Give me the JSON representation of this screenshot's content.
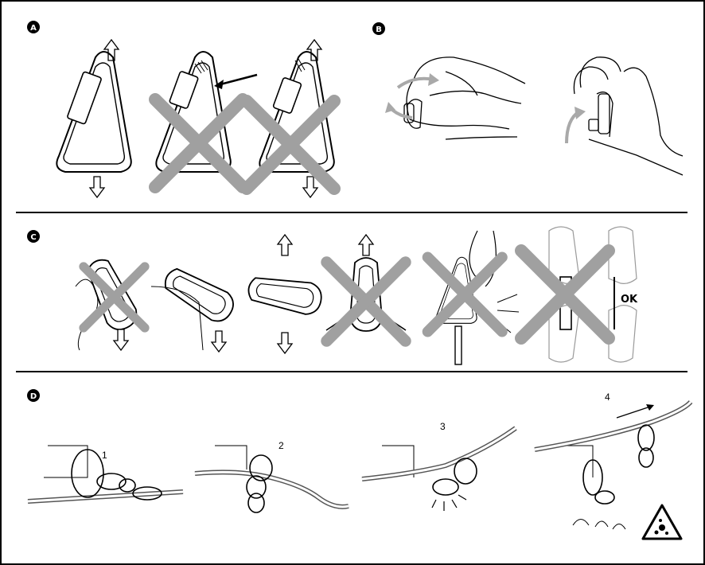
{
  "sections": [
    {
      "badge": "A"
    },
    {
      "badge": "B"
    },
    {
      "badge": "C"
    },
    {
      "badge": "D"
    }
  ],
  "section_c": {
    "ok_label": "OK"
  },
  "section_d": {
    "steps": [
      "1",
      "2",
      "3",
      "4"
    ]
  },
  "icons": [
    "arrow-up-icon",
    "arrow-down-icon",
    "cross-mark-icon",
    "falling-rock-warning-icon"
  ],
  "colors": {
    "line": "#000000",
    "cross": "#999999",
    "arrow_gray": "#a9a9a9",
    "background": "#ffffff"
  }
}
